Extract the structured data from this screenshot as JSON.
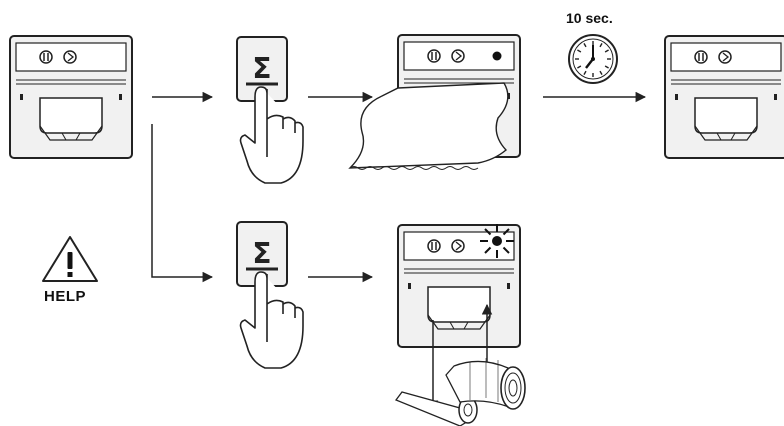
{
  "diagram": {
    "timer": {
      "label": "10 sec.",
      "icon": "clock-icon"
    },
    "help": {
      "label": "HELP",
      "icon": "warning-triangle-icon"
    },
    "key_symbol": "Σ",
    "colors": {
      "line": "#222222",
      "panel_fill": "#f1f1f1",
      "background": "#ffffff"
    }
  }
}
